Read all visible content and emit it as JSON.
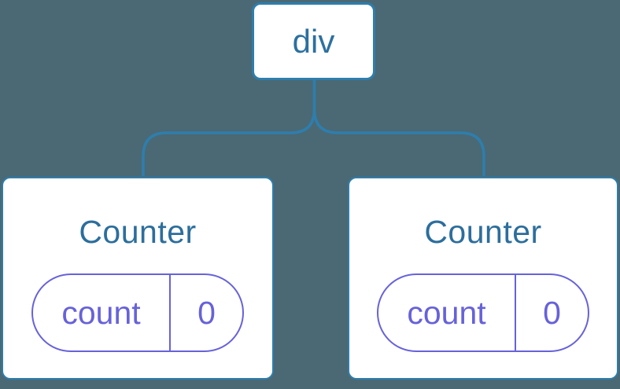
{
  "diagram": {
    "description": "React component tree: a div root with two Counter children, each holding count state",
    "root": {
      "label": "div"
    },
    "children": [
      {
        "title": "Counter",
        "state": {
          "key": "count",
          "value": "0"
        }
      },
      {
        "title": "Counter",
        "state": {
          "key": "count",
          "value": "0"
        }
      }
    ],
    "colors": {
      "background": "#4A6974",
      "node_stroke_blue": "#2E7EAD",
      "node_text_blue": "#2C6E9C",
      "state_purple": "#6762D9",
      "node_fill": "#FFFFFF"
    }
  }
}
